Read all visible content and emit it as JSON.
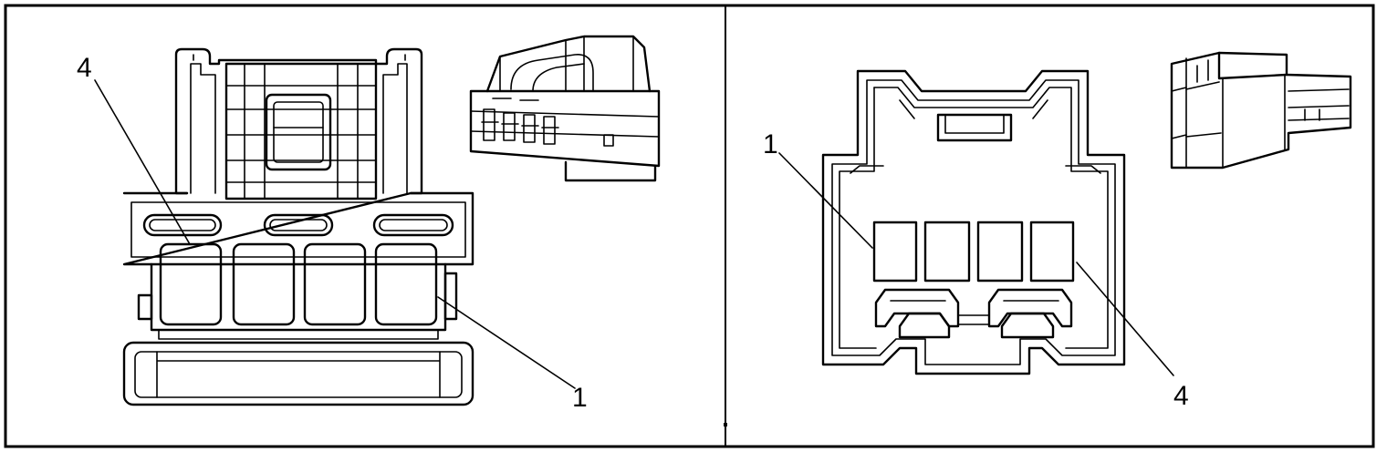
{
  "callouts": {
    "left_pin_4": "4",
    "left_pin_1": "1",
    "right_pin_1": "1",
    "right_pin_4": "4"
  }
}
